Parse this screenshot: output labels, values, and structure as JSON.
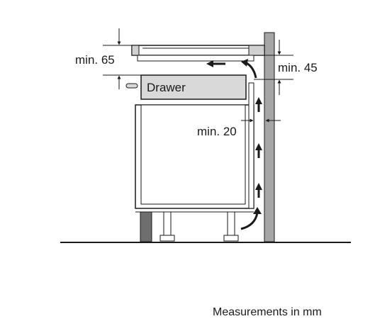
{
  "labels": {
    "min_65": "min. 65",
    "min_45": "min. 45",
    "min_20": "min. 20",
    "drawer": "Drawer",
    "caption": "Measurements in mm"
  },
  "colors": {
    "line": "#1a1a1a",
    "wall": "#a6a6a6",
    "worktop": "#d0d0d0",
    "drawer": "#d9d9d9",
    "plinth": "#6e6e6e",
    "background": "#ffffff"
  }
}
